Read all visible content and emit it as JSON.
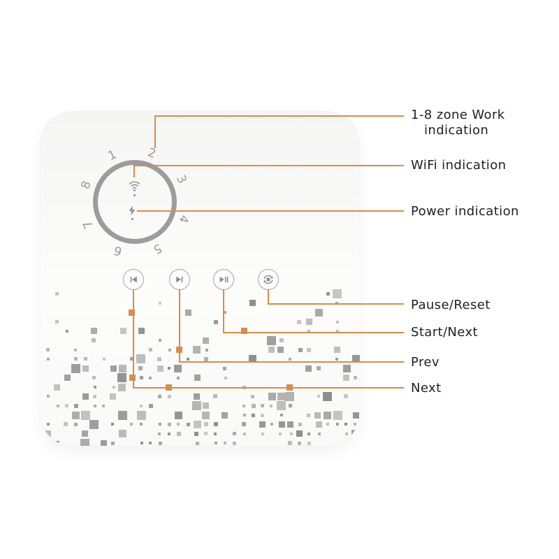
{
  "device": {
    "dial": {
      "zone_numbers": [
        "1",
        "2",
        "3",
        "4",
        "5",
        "6",
        "7",
        "8"
      ]
    },
    "indicators": {
      "wifi_icon": "wifi-signal-icon",
      "power_icon": "lightning-bolt-icon"
    },
    "buttons": [
      {
        "name": "next-button",
        "icon": "skip-back-icon"
      },
      {
        "name": "prev-button",
        "icon": "skip-forward-icon"
      },
      {
        "name": "start-next-button",
        "icon": "play-pause-icon"
      },
      {
        "name": "pause-reset-button",
        "icon": "reset-loop-icon"
      }
    ]
  },
  "callouts": {
    "zone_work": {
      "lines": [
        "1-8 zone Work",
        "indication"
      ]
    },
    "wifi": {
      "label": "WiFi indication"
    },
    "power": {
      "label": "Power indication"
    },
    "pause_reset": {
      "label": "Pause/Reset"
    },
    "start_next": {
      "label": "Start/Next"
    },
    "prev": {
      "label": "Prev"
    },
    "next": {
      "label": "Next"
    }
  },
  "colors": {
    "accent": "#df8a44",
    "label_text": "#1f1f1f",
    "device_gray": "#9c9c9c",
    "icon_gray": "#8a8a8a",
    "mosaic_gray": "#8d8d8d",
    "mosaic_accent": "#cd8a4c",
    "panel_bg": "#f8f8f7"
  }
}
